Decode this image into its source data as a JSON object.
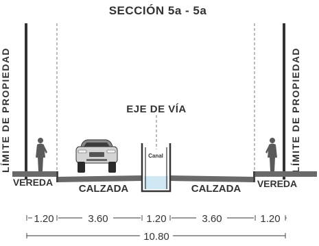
{
  "title": "SECCIÓN 5a - 5a",
  "axis_label": "EJE DE VÍA",
  "property_limit_label": "LÍMITE DE PROPIEDAD",
  "canal_label": "Canal",
  "zones": {
    "sidewalk_left": "VEREDA",
    "roadway_left": "CALZADA",
    "roadway_right": "CALZADA",
    "sidewalk_right": "VEREDA"
  },
  "dimensions": {
    "segments": [
      "1.20",
      "3.60",
      "1.20",
      "3.60",
      "1.20"
    ],
    "total": "10.80"
  },
  "colors": {
    "ground": "#6a6a6a",
    "water": "#cfe8f3",
    "ink": "#333333"
  }
}
